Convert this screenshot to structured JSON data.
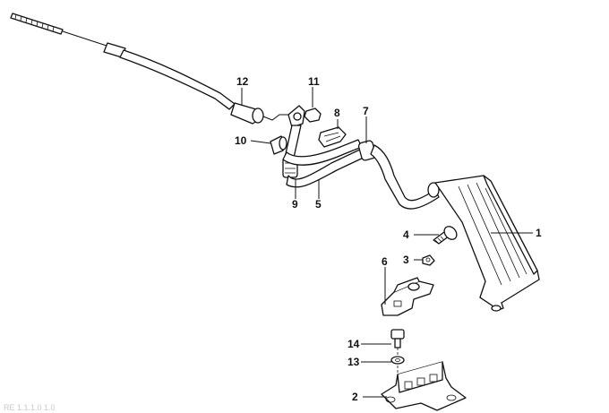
{
  "callouts": {
    "c1": "1",
    "c2": "2",
    "c3": "3",
    "c4": "4",
    "c5": "5",
    "c6": "6",
    "c7": "7",
    "c8": "8",
    "c9": "9",
    "c10": "10",
    "c11": "11",
    "c12": "12",
    "c13": "13",
    "c14": "14"
  },
  "watermark": "RE 1.1.1.0 1.0"
}
